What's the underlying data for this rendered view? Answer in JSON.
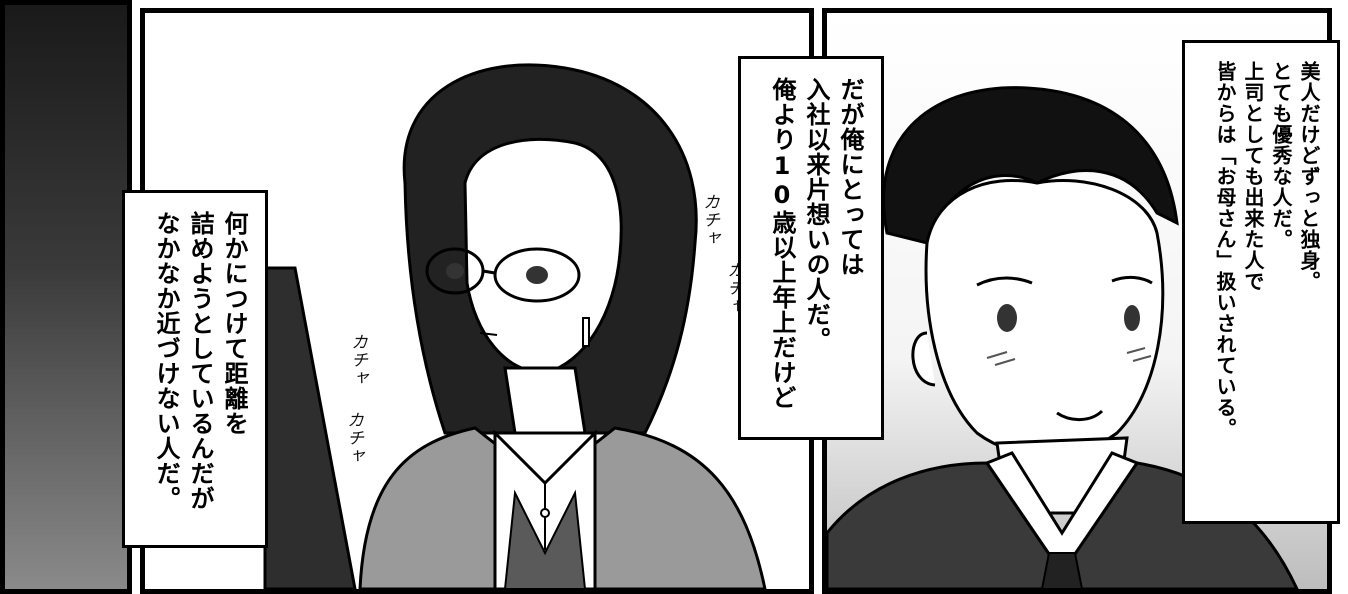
{
  "captions": {
    "left": {
      "lines": [
        "何かにつけて距離を",
        "詰めようとしているんだが",
        "なかなか近づけない人だ。"
      ]
    },
    "middle": {
      "lines": [
        "だが俺にとっては",
        "入社以来片想いの人だ。",
        "俺より10歳以上年上だけど"
      ]
    },
    "right": {
      "lines": [
        "美人だけどずっと独身。",
        "とても優秀な人だ。",
        "上司としても出来た人で",
        "皆からは「お母さん」扱いされている。"
      ]
    }
  },
  "sfx": {
    "typing_1": "カチャ",
    "typing_2": "カチャ",
    "typing_3": "カチャ",
    "typing_4": "カチャ"
  },
  "colors": {
    "ink": "#000000",
    "paper": "#ffffff",
    "jacket_gray": "#9a9a9a",
    "dark_gray": "#3a3a3a"
  }
}
